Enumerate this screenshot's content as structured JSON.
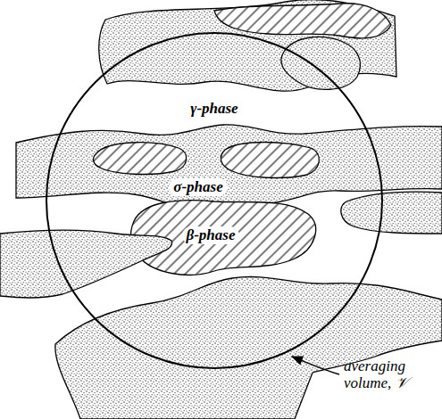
{
  "diagram": {
    "labels": [
      "γ-phase",
      "σ-phase",
      "β-phase",
      "averaging volume, 𝒱"
    ]
  }
}
